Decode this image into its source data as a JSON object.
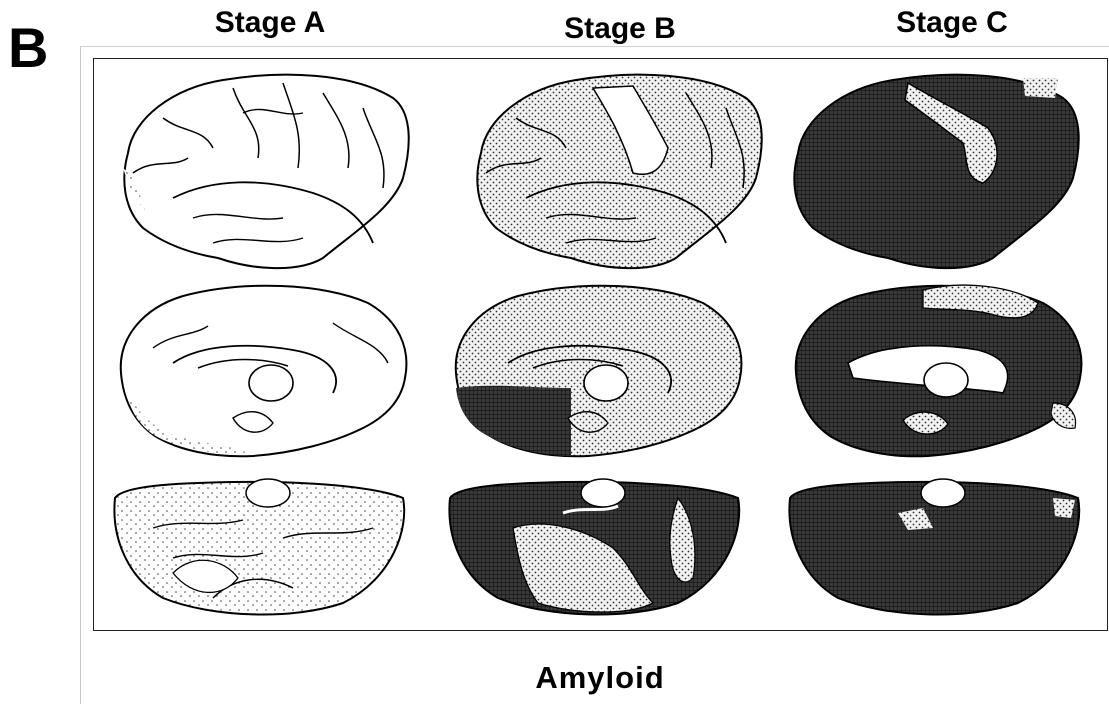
{
  "panel": {
    "letter": "B"
  },
  "stages": [
    {
      "label": "Stage A"
    },
    {
      "label": "Stage B"
    },
    {
      "label": "Stage C"
    }
  ],
  "footer": {
    "label": "Amyloid"
  },
  "colors": {
    "ink": "#000000",
    "dots": "#333333",
    "crosshatch_dark": "#1a1a1a",
    "stipple_light": "#d9d9d9",
    "background": "#ffffff"
  }
}
